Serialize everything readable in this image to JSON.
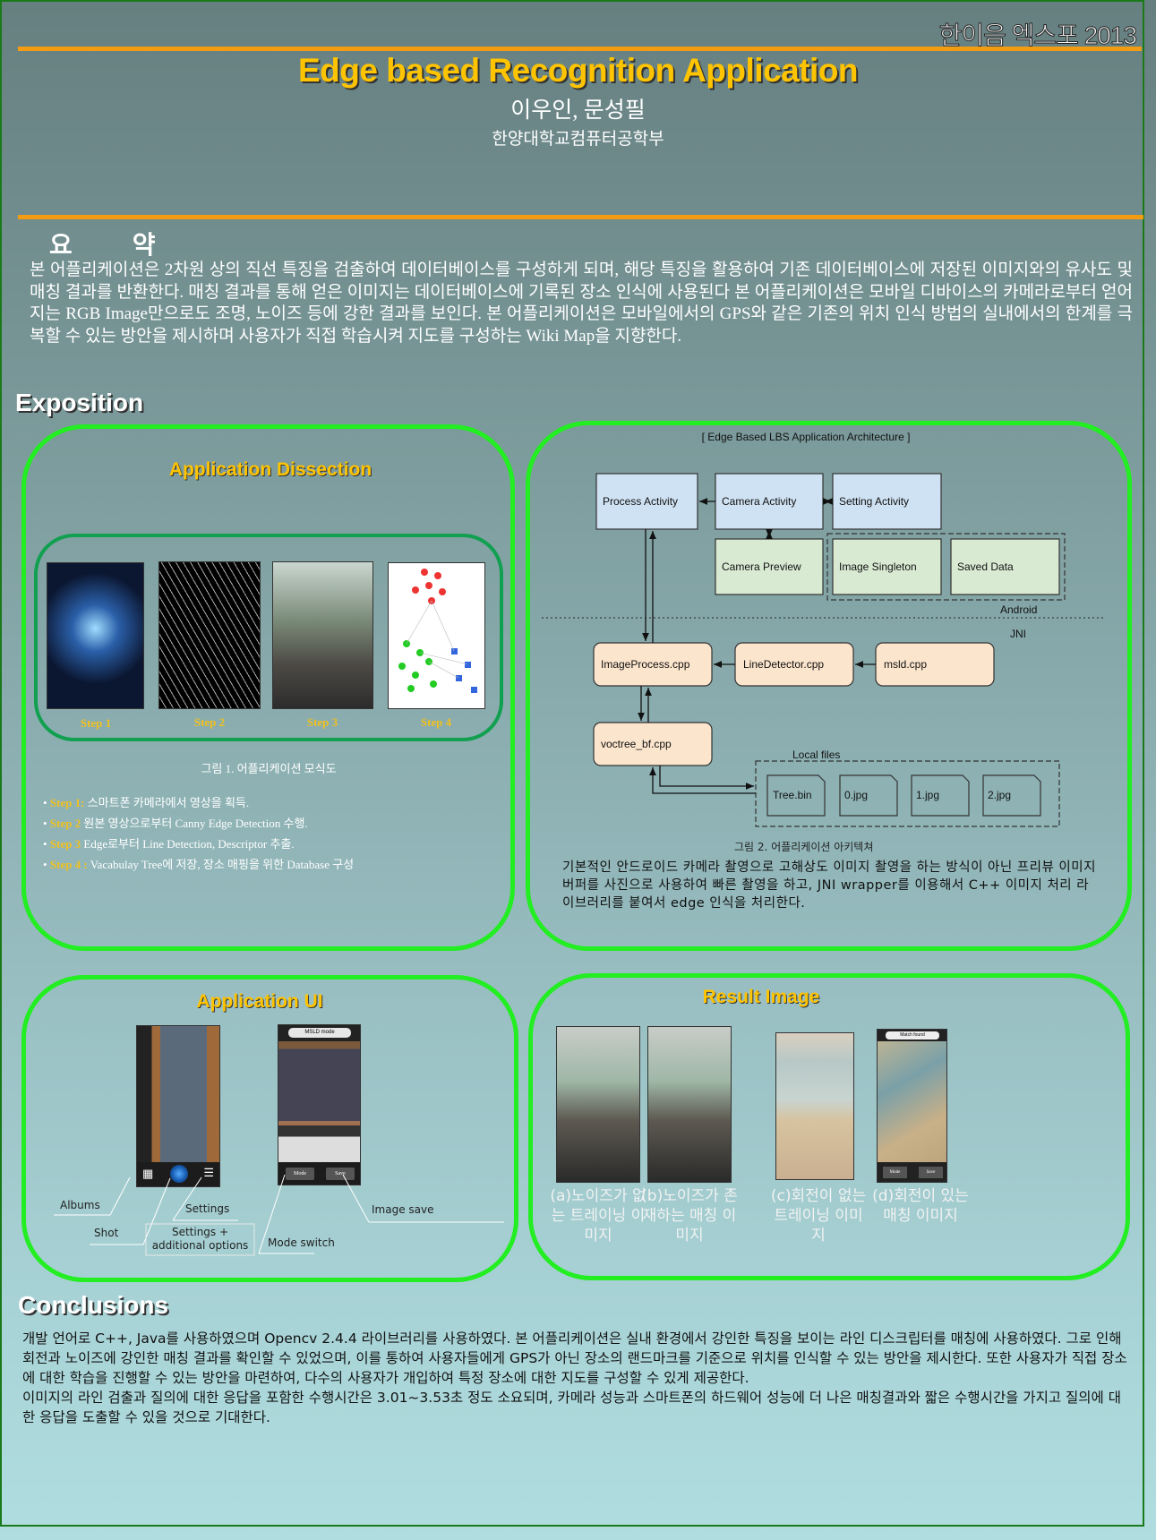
{
  "header": {
    "brand": "한이음 엑스포 2013",
    "title": "Edge based Recognition Application",
    "authors": "이우인, 문성필",
    "department": "한양대학교컴퓨터공학부"
  },
  "abstract": {
    "heading": "요 약",
    "text": "본 어플리케이션은 2차원 상의 직선 특징을 검출하여 데이터베이스를 구성하게 되며, 해당 특징을 활용하여 기존 데이터베이스에 저장된 이미지와의 유사도 및 매칭 결과를 반환한다. 매칭 결과를 통해 얻은 이미지는 데이터베이스에 기록된 장소 인식에 사용된다 본 어플리케이션은 모바일 디바이스의 카메라로부터 얻어지는 RGB Image만으로도 조명, 노이즈 등에 강한 결과를 보인다. 본 어플리케이션은 모바일에서의 GPS와 같은 기존의 위치 인식 방법의 실내에서의 한계를 극복할 수 있는 방안을 제시하며 사용자가 직접 학습시켜 지도를 구성하는 Wiki Map을 지향한다."
  },
  "exposition": {
    "heading": "Exposition"
  },
  "dissection": {
    "title": "Application Dissection",
    "steps": [
      "Step 1",
      "Step 2",
      "Step 3",
      "Step 4"
    ],
    "caption": "그림 1. 어플리케이션 모식도",
    "bullets": [
      {
        "label": "Step 1:",
        "text": "스마트폰 카메라에서 영상을 획득."
      },
      {
        "label": "Step 2",
        "text": "원본 영상으로부터 Canny Edge Detection 수행."
      },
      {
        "label": "Step 3",
        "text": "Edge로부터 Line Detection, Descriptor 추출."
      },
      {
        "label": "Step 4 :",
        "text": "Vacabulay Tree에 저장, 장소 매핑을 위한 Database 구성"
      }
    ]
  },
  "architecture": {
    "title": "[ Edge Based LBS Application Architecture ]",
    "boxes": {
      "process": "Process Activity",
      "camera": "Camera Activity",
      "setting": "Setting Activity",
      "preview": "Camera Preview",
      "singleton": "Image Singleton",
      "saved": "Saved Data",
      "imageprocess": "ImageProcess.cpp",
      "linedetector": "LineDetector.cpp",
      "msld": "msld.cpp",
      "voctree": "voctree_bf.cpp"
    },
    "android": "Android",
    "jni": "JNI",
    "local_files": "Local files",
    "files": [
      "Tree.bin",
      "0.jpg",
      "1.jpg",
      "2.jpg"
    ],
    "caption": "그림 2. 어플리케이션 아키텍쳐",
    "description": "기본적인 안드로이드 카메라 촬영으로 고해상도 이미지 촬영을 하는 방식이 아닌 프리뷰 이미지 버퍼를 사진으로 사용하여 빠른 촬영을 하고, JNI wrapper를 이용해서 C++ 이미지 처리 라이브러리를 붙여서 edge 인식을 처리한다."
  },
  "app_ui": {
    "title": "Application UI",
    "labels": {
      "albums": "Albums",
      "shot": "Shot",
      "settings": "Settings",
      "settings_more": "Settings + additional options",
      "mode_switch": "Mode switch",
      "image_save": "Image save"
    },
    "screen2_banner": "MSLD mode",
    "mode_btn": "Mode",
    "save_btn": "Save"
  },
  "result": {
    "title": "Result Image",
    "banner": "Match found",
    "mode_btn": "Mode",
    "save_btn": "Save",
    "captions": [
      "(a)노이즈가 없는 트레이닝 이미지",
      "(b)노이즈가 존재하는 매칭 이미지",
      "(c)회전이 없는 트레이닝 이미지",
      "(d)회전이 있는 매칭 이미지"
    ]
  },
  "conclusions": {
    "heading": "Conclusions",
    "paragraphs": [
      "개발 언어로 C++, Java를 사용하였으며 Opencv 2.4.4 라이브러리를 사용하였다. 본 어플리케이션은 실내 환경에서 강인한 특징을 보이는 라인 디스크립터를 매칭에 사용하였다. 그로 인해 회전과 노이즈에 강인한 매칭 결과를 확인할 수 있었으며, 이를 통하여 사용자들에게 GPS가 아닌 장소의 랜드마크를 기준으로 위치를 인식할 수 있는 방안을 제시한다. 또한 사용자가 직접 장소에 대한 학습을 진행할 수 있는 방안을 마련하여, 다수의 사용자가 개입하여 특정 장소에 대한 지도를 구성할 수 있게 제공한다.",
      "이미지의 라인 검출과 질의에 대한 응답을 포함한 수행시간은 3.01~3.53초 정도 소요되며, 카메라 성능과 스마트폰의 하드웨어 성능에 더 나은 매칭결과와 짧은 수행시간을 가지고 질의에 대한 응답을 도출할 수 있을 것으로 기대한다."
    ]
  }
}
